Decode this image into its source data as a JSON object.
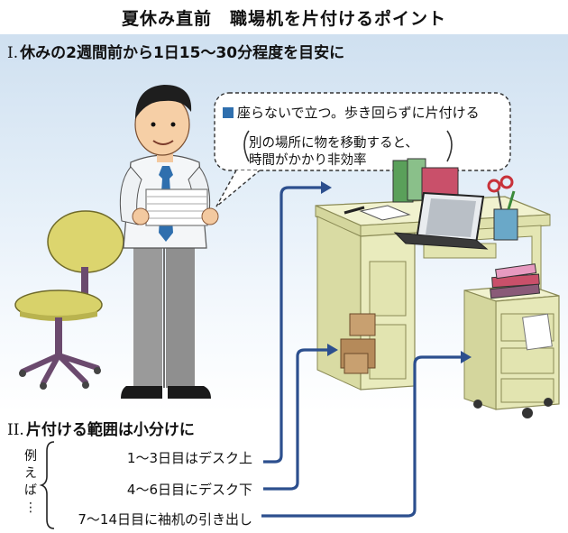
{
  "title": "夏休み直前　職場机を片付けるポイント",
  "section1": {
    "roman": "I.",
    "text": "休みの2週間前から1日15～30分程度を目安に"
  },
  "bubble": {
    "main": "座らないで立つ。歩き回らずに片付ける",
    "sub_line1": "別の場所に物を移動すると、",
    "sub_line2": "時間がかかり非効率"
  },
  "section2": {
    "roman": "II.",
    "text": "片付ける範囲は小分けに"
  },
  "example_label": "例\nえ\nば\n⋮",
  "steps": [
    {
      "text": "1～3日目はデスク上"
    },
    {
      "text": "4～6日目にデスク下"
    },
    {
      "text": "7～14日目に袖机の引き出し"
    }
  ],
  "colors": {
    "arrow": "#2c4f8e",
    "accent": "#2f6fae",
    "desk": "#e6e8b8",
    "chair": "#d8d26a",
    "background_band": "#d6e6f4"
  },
  "icons": [
    "chair",
    "person-with-papers",
    "desk",
    "laptop",
    "books",
    "scissors-cup",
    "boxes",
    "side-cabinet"
  ]
}
